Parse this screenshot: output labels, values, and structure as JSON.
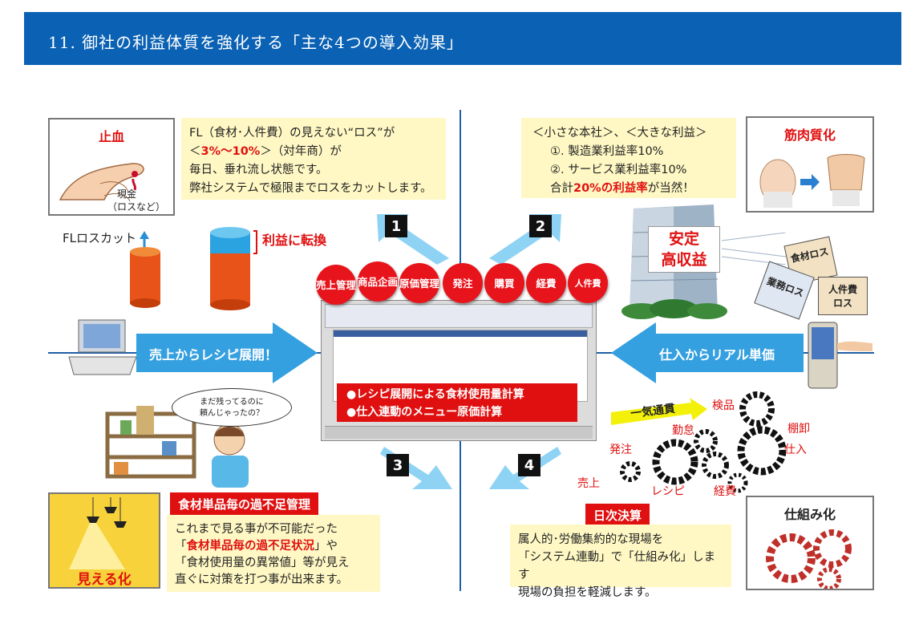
{
  "header": {
    "title": "11. 御社の利益体質を強化する「主な4つの導入効果」"
  },
  "q1": {
    "card_title": "止血",
    "card_caption_1": "現金",
    "card_caption_2": "（ロスなど）",
    "note_line1": "FL（食材･人件費）の見えない“ロス”が",
    "note_line2_pre": "＜",
    "note_line2_red": "3%～10%",
    "note_line2_post": "＞（対年商）が",
    "note_line3": "毎日、垂れ流し状態です。",
    "note_line4": "弊社システムで極限までロスをカットします。",
    "fl_loss_label": "FLロスカット",
    "profit_label": "利益に転換",
    "number": "1"
  },
  "q2": {
    "note_line1": "＜小さな本社＞、＜大きな利益＞",
    "note_line2": "①. 製造業利益率10%",
    "note_line3": "②. サービス業利益率10%",
    "note_line4_pre": "合計",
    "note_line4_red": "20%の利益率",
    "note_line4_post": "が当然！",
    "card_title": "筋肉質化",
    "building_label_1": "安定",
    "building_label_2": "高収益",
    "box1": "食材ロス",
    "box2": "業務ロス",
    "box3_1": "人件費",
    "box3_2": "ロス",
    "number": "2"
  },
  "center": {
    "circles": [
      "売上管理",
      "商品企画",
      "原価管理",
      "発注",
      "購買",
      "経費",
      "人件費"
    ],
    "banner_line1": "●レシピ展開による食材使用量計算",
    "banner_line2": "●仕入連動のメニュー原価計算"
  },
  "left_arrow": {
    "label": "売上からレシピ展開！"
  },
  "right_arrow": {
    "label": "仕入からリアル単価"
  },
  "q3": {
    "bubble_1": "まだ残ってるのに",
    "bubble_2": "頼んじゃったの？",
    "ribbon": "食材単品毎の過不足管理",
    "card_title": "見える化",
    "note_line1": "これまで見る事が不可能だった",
    "note_line2_pre": "「",
    "note_line2_red": "食材単品毎の過不足状況",
    "note_line2_post": "」や",
    "note_line3": "「食材使用量の異常値」等が見え",
    "note_line4": "直ぐに対策を打つ事が出来ます。",
    "number": "3"
  },
  "q4": {
    "ikki": "一気通貫",
    "gear_labels": {
      "kenpin": "検品",
      "kintai": "勤怠",
      "tanaoroshi": "棚卸",
      "hachu": "発注",
      "shiire": "仕入",
      "uriage": "売上",
      "recipe": "レシピ",
      "keihi": "経費"
    },
    "ribbon": "日次決算",
    "card_title": "仕組み化",
    "note_line1": "属人的･労働集約的な現場を",
    "note_line2": "「システム連動」で「仕組み化」します",
    "note_line3": "現場の負担を軽減します。",
    "number": "4"
  }
}
